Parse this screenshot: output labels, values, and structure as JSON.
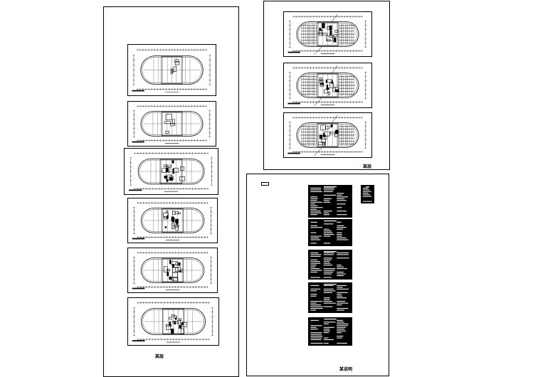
{
  "sheets": {
    "left": {
      "label": "某层"
    },
    "top_right": {
      "label": "某层"
    },
    "bottom_right": {
      "label": "某说明"
    }
  },
  "colors": {
    "line": "#000000",
    "paper": "#ffffff"
  }
}
